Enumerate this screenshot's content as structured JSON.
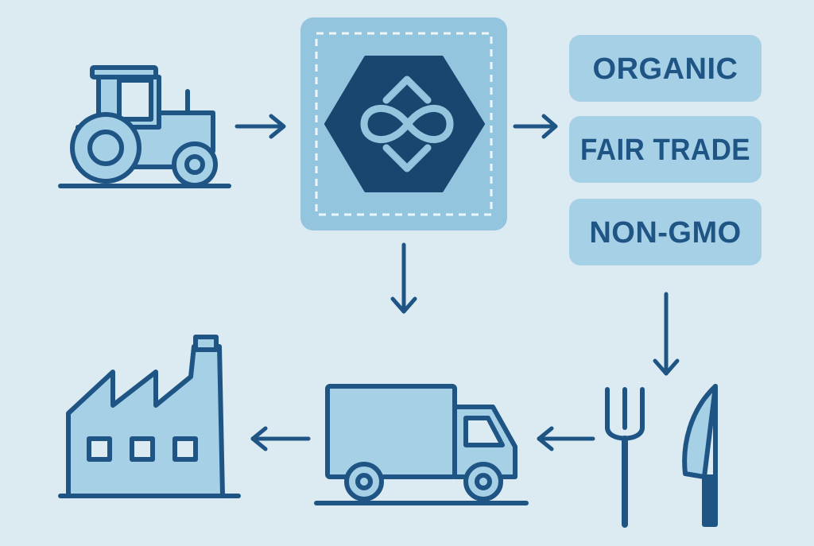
{
  "colors": {
    "background": "#dceaf1",
    "ink": "#1f5585",
    "ink_dark": "#18466f",
    "fill_light": "#a6d0e6",
    "fill_mid": "#94c5df",
    "dash": "#eef6fa"
  },
  "nodes": [
    {
      "id": "tractor",
      "icon": "tractor-icon"
    },
    {
      "id": "traceability-hub",
      "icon": "chain-link-icon"
    },
    {
      "id": "factory",
      "icon": "factory-icon"
    },
    {
      "id": "delivery-truck",
      "icon": "truck-icon"
    },
    {
      "id": "consumer",
      "icon": "fork-and-knife-icon"
    }
  ],
  "certifications": {
    "organic": "ORGANIC",
    "fair_trade": "FAIR TRADE",
    "non_gmo": "NON-GMO"
  },
  "flows": [
    {
      "from": "tractor",
      "to": "traceability-hub",
      "icon": "arrow-right-icon"
    },
    {
      "from": "traceability-hub",
      "to": "certifications",
      "icon": "arrow-right-icon"
    },
    {
      "from": "traceability-hub",
      "to": "delivery-truck",
      "icon": "arrow-down-icon"
    },
    {
      "from": "certifications",
      "to": "consumer",
      "icon": "arrow-down-icon"
    },
    {
      "from": "consumer",
      "to": "delivery-truck",
      "icon": "arrow-left-icon"
    },
    {
      "from": "delivery-truck",
      "to": "factory",
      "icon": "arrow-left-icon"
    }
  ]
}
